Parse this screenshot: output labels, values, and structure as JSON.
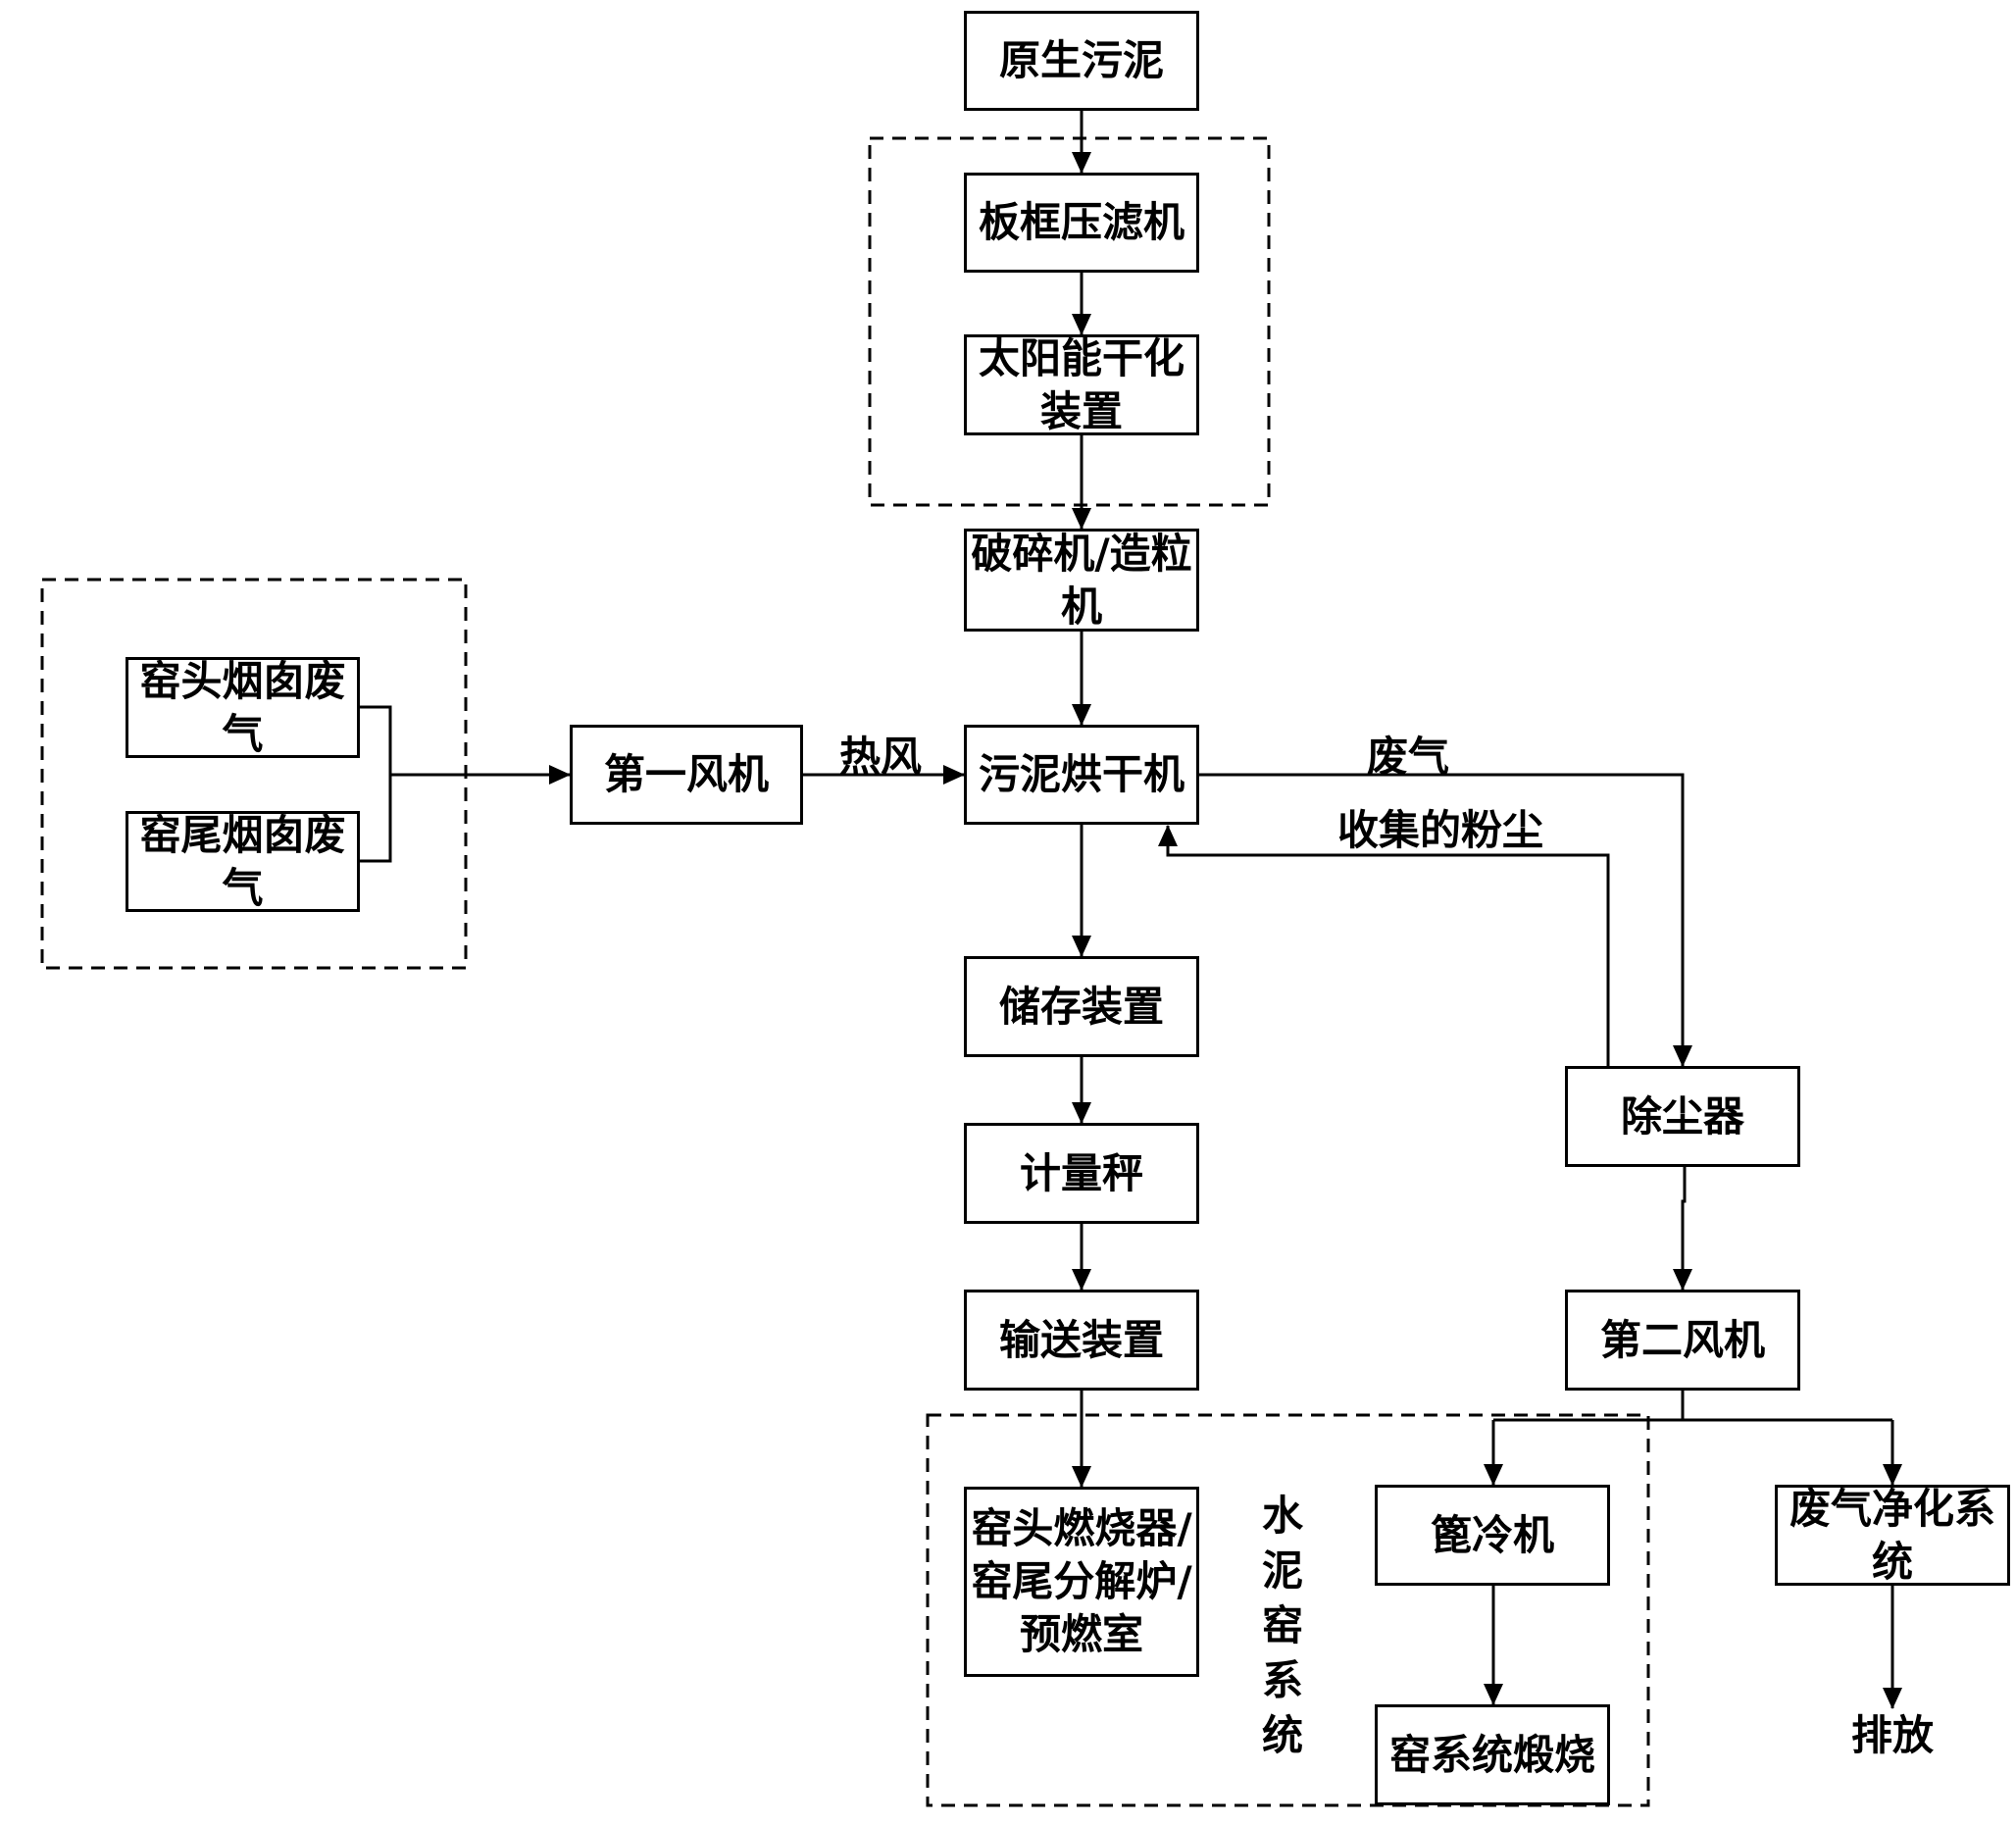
{
  "boxes": {
    "raw_sludge": "原生污泥",
    "filter_press": "板框压滤机",
    "solar_dryer": "太阳能干化\n装置",
    "crusher": "破碎机/造粒\n机",
    "kiln_head_exhaust": "窑头烟囱废\n气",
    "kiln_tail_exhaust": "窑尾烟囱废\n气",
    "fan1": "第一风机",
    "dryer": "污泥烘干机",
    "storage": "储存装置",
    "scale": "计量秤",
    "conveyor": "输送装置",
    "burner": "窑头燃烧器/\n窑尾分解炉/\n预燃室",
    "dust_collector": "除尘器",
    "fan2": "第二风机",
    "grate_cooler": "篦冷机",
    "kiln_calcination": "窑系统煅烧",
    "gas_cleaning": "废气净化系\n统"
  },
  "labels": {
    "hot_air": "热风",
    "exhaust_gas": "废气",
    "collected_dust": "收集的粉尘",
    "discharge": "排放",
    "cement_kiln_system": "水\n泥\n窑\n系\n统"
  }
}
